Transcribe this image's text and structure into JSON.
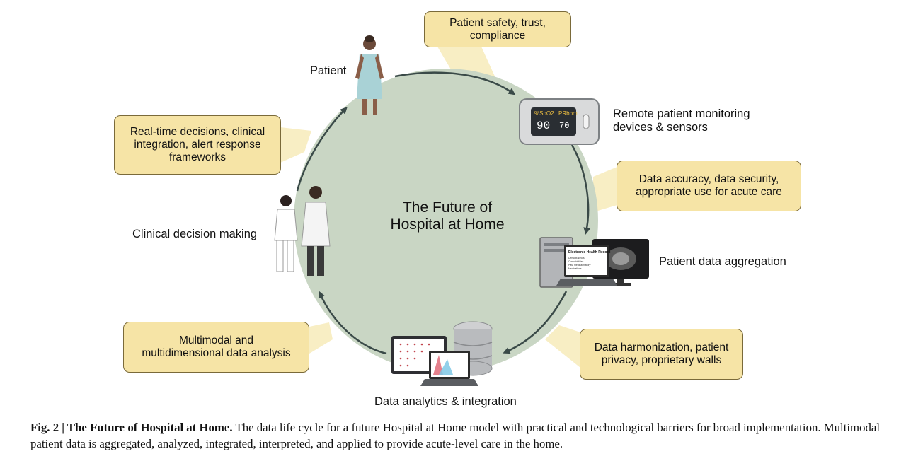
{
  "diagram": {
    "title": "The Future of\nHospital at Home",
    "stages": {
      "patient": "Patient",
      "monitoring": "Remote patient monitoring\ndevices & sensors",
      "aggregation": "Patient data aggregation",
      "analytics": "Data analytics & integration",
      "decision": "Clinical decision making"
    },
    "barriers": {
      "safety": "Patient safety, trust,\ncompliance",
      "accuracy": "Data accuracy, data security,\nappropriate use for acute care",
      "harmonization": "Data harmonization, patient\nprivacy, proprietary walls",
      "multimodal": "Multimodal and\nmultidimensional data analysis",
      "realtime": "Real-time decisions, clinical\nintegration, alert response\nframeworks"
    },
    "oximeter": {
      "spo2_label": "%SpO2",
      "pr_label": "PRbpm",
      "spo2_value": "90",
      "pr_value": "70"
    },
    "ehr": {
      "title": "Electronic Health Record",
      "lines": [
        "Demographics",
        "Comorbidities",
        "Past medical history",
        "Medications"
      ]
    }
  },
  "caption": {
    "label": "Fig. 2 | The Future of Hospital at Home.",
    "text": " The data life cycle for a future Hospital at Home model with practical and technological barriers for broad implementation. Multimodal patient data is aggregated, analyzed, integrated, interpreted, and applied to provide acute-level care in the home."
  },
  "colors": {
    "circle": "#c9d6c4",
    "box_fill": "#f6e4a6",
    "beam": "#f8eec4",
    "arrow": "#3a4a48"
  }
}
